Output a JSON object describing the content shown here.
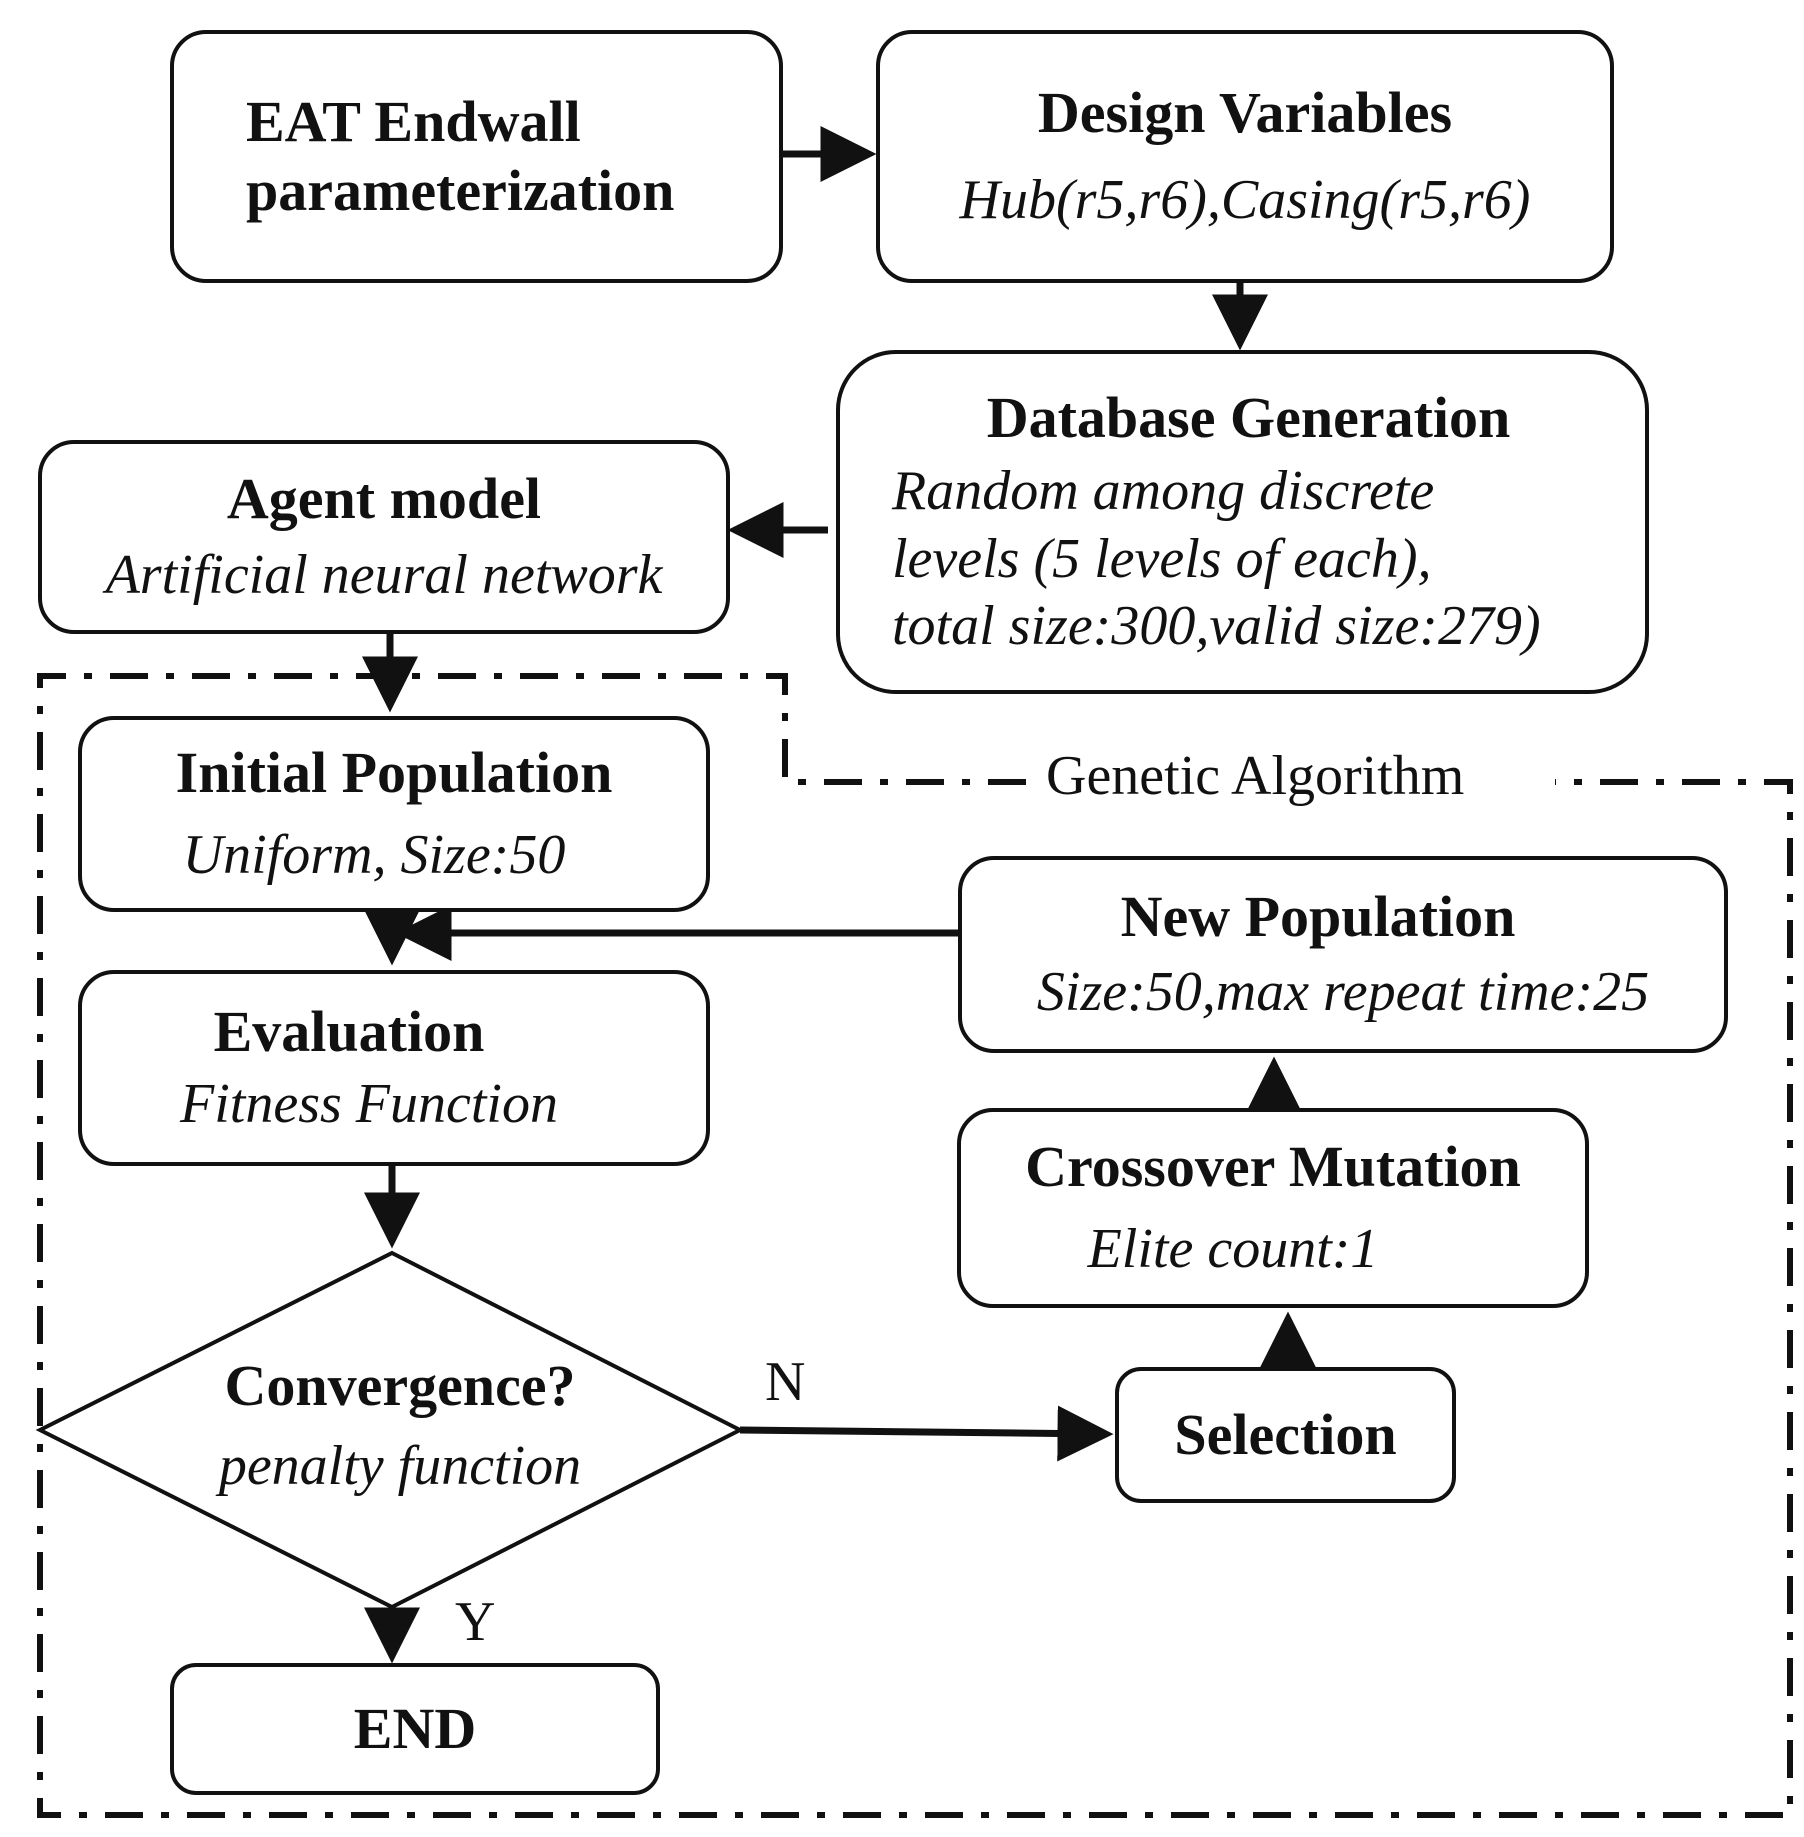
{
  "nodes": {
    "parameterization": {
      "title_line1": "EAT Endwall",
      "title_line2": "parameterization"
    },
    "design_variables": {
      "title": "Design Variables",
      "sub": "Hub(r5,r6),Casing(r5,r6)"
    },
    "database_generation": {
      "title": "Database Generation",
      "sub_line1": "Random among discrete",
      "sub_line2": "levels (5 levels of each),",
      "sub_line3": "total size:300,valid size:279)"
    },
    "agent_model": {
      "title": "Agent model",
      "sub": "Artificial neural network"
    },
    "initial_population": {
      "title": "Initial Population",
      "sub": "Uniform, Size:50"
    },
    "evaluation": {
      "title": "Evaluation",
      "sub": "Fitness Function"
    },
    "convergence": {
      "title": "Convergence?",
      "sub": "penalty function"
    },
    "end": {
      "title": "END"
    },
    "new_population": {
      "title": "New Population",
      "sub": "Size:50,max repeat time:25"
    },
    "crossover_mutation": {
      "title": "Crossover Mutation",
      "sub": "Elite count:1"
    },
    "selection": {
      "title": "Selection"
    }
  },
  "labels": {
    "group": "Genetic Algorithm",
    "no": "N",
    "yes": "Y"
  }
}
